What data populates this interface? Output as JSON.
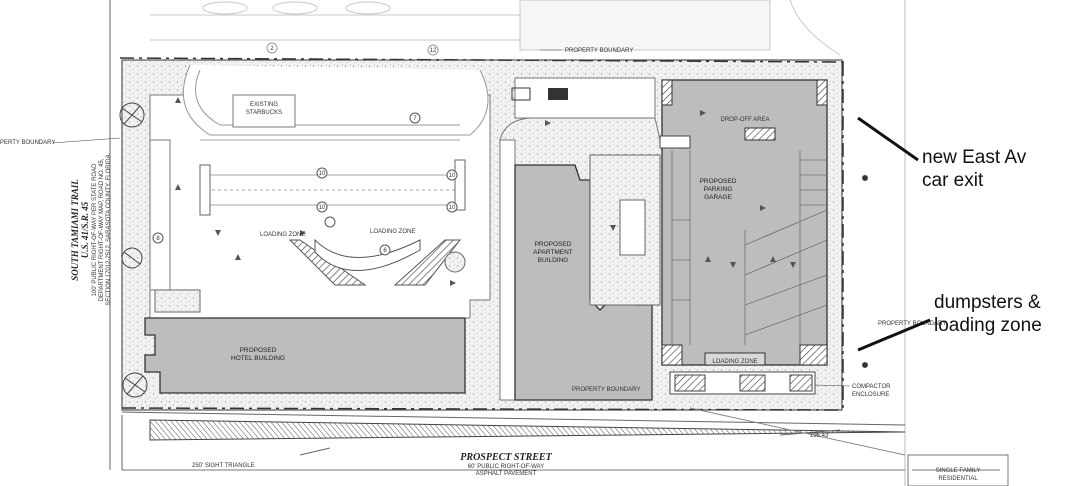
{
  "site_plan": {
    "labels": {
      "property_boundary_top": "PROPERTY BOUNDARY",
      "property_boundary_left": "PERTY BOUNDARY",
      "property_boundary_right": "PROPERTY BOUNDARY",
      "property_boundary_bottom": "PROPERTY BOUNDARY",
      "existing_starbucks": [
        "EXISTING",
        "STARBUCKS"
      ],
      "loading_zone_1": "LOADING ZONE",
      "loading_zone_2": "LOADING ZONE",
      "loading_zone_garage": "LOADING ZONE",
      "drop_off_area": "DROP-OFF AREA",
      "hotel": [
        "PROPOSED",
        "HOTEL BUILDING"
      ],
      "apartment": [
        "PROPOSED",
        "APARTMENT",
        "BUILDING"
      ],
      "garage": [
        "PROPOSED",
        "PARKING",
        "GARAGE"
      ],
      "compactor": [
        "COMPACTOR",
        "ENCLOSURE"
      ],
      "single_family": [
        "SINGLE FAMILY",
        "RESIDENTIAL"
      ],
      "sight_triangle": "250' SIGHT TRIANGLE",
      "dimension": "196.43'",
      "prospect_street": "PROSPECT STREET",
      "prospect_sub1": "60' PUBLIC RIGHT-OF-WAY",
      "prospect_sub2": "ASPHALT PAVEMENT",
      "trail_lines": [
        "SOUTH TAMIAMI TRAIL",
        "U.S. 41/S.R. 45",
        "100' PUBLIC RIGHT-OF-WAY PER STATE ROAD",
        "DEPARTMENT RIGHT-OF-WAY MAP, ROAD NO. 45,",
        "SECTION 17012-2512, SARASOTA COUNTY, FLORIDA"
      ]
    },
    "stall_counts": [
      "2",
      "12",
      "7",
      "10",
      "10",
      "10",
      "10",
      "8",
      "6"
    ]
  },
  "annotations": [
    {
      "text": [
        "new East Av",
        "car exit"
      ]
    },
    {
      "text": [
        "dumpsters &",
        "loading zone"
      ]
    }
  ],
  "colors": {
    "building_fill": "#bdbdbd",
    "line": "#555555",
    "annotation": "#111111"
  }
}
